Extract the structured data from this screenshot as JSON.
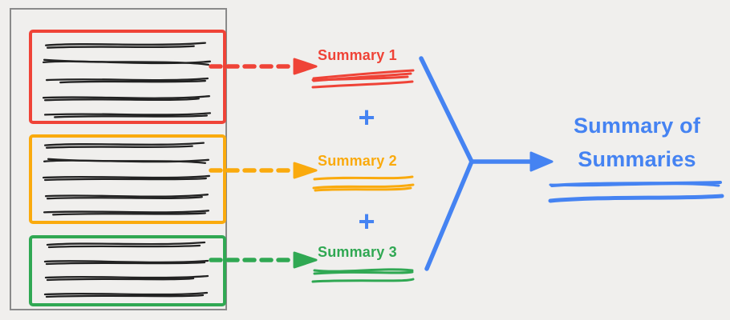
{
  "colors": {
    "bg": "#f0efed",
    "ink": "#222222",
    "doc-border": "#8a8a8a",
    "red": "#ef4337",
    "orange": "#faaa0d",
    "green": "#30a853",
    "blue": "#4583f2"
  },
  "document": {
    "chunks": [
      {
        "name": "chunk-1",
        "color_key": "red",
        "text_lines": 5
      },
      {
        "name": "chunk-2",
        "color_key": "orange",
        "text_lines": 5
      },
      {
        "name": "chunk-3",
        "color_key": "green",
        "text_lines": 4
      }
    ]
  },
  "summaries": [
    {
      "label": "Summary 1",
      "color_key": "red"
    },
    {
      "label": "Summary 2",
      "color_key": "orange"
    },
    {
      "label": "Summary 3",
      "color_key": "green"
    }
  ],
  "operators": {
    "plus": "+"
  },
  "output": {
    "line1": "Summary of",
    "line2": "Summaries",
    "color_key": "blue"
  }
}
